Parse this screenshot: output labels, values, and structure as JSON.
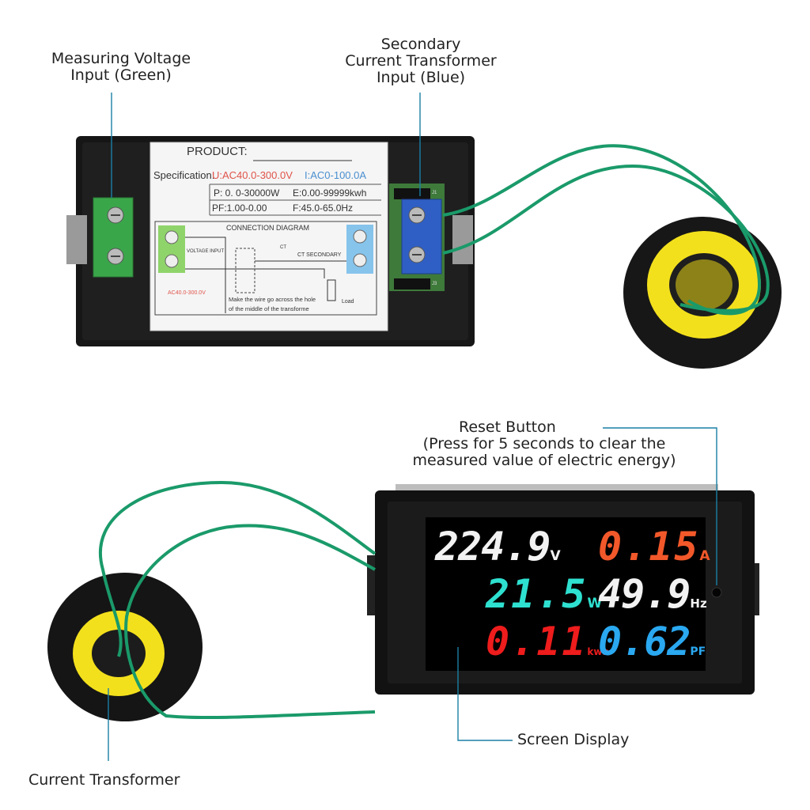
{
  "callouts": {
    "voltage_input": {
      "line1": "Measuring Voltage",
      "line2": "Input (Green)"
    },
    "ct_input": {
      "line1": "Secondary",
      "line2": "Current Transformer",
      "line3": "Input (Blue)"
    },
    "reset": {
      "line1": "Reset Button",
      "line2": "(Press for 5 seconds to clear the",
      "line3": "measured value of electric energy)"
    },
    "screen": "Screen Display",
    "transformer": "Current Transformer"
  },
  "label_card": {
    "product": "PRODUCT:",
    "spec_label": "Specification:",
    "voltage_range": "U:AC40.0-300.0V",
    "current_range": "I:AC0-100.0A",
    "power_range": "P: 0. 0-30000W",
    "energy_range": "E:0.00-99999kwh",
    "pf_range": "PF:1.00-0.00",
    "freq_range": "F:45.0-65.0Hz",
    "diagram_title": "CONNECTION DIAGRAM",
    "voltage_input_tag": "VOLTAGE INPUT",
    "ct_tag": "CT",
    "ct_secondary_tag": "CT SECONDARY",
    "ac_note": "AC40.0-300.0V",
    "wire_note_1": "Make the wire go across the hole",
    "wire_note_2": "of the middle of the transforme",
    "load_tag": "Load"
  },
  "display": {
    "voltage": {
      "value": "224.9",
      "unit": "V",
      "color": "#f2f2f2"
    },
    "current": {
      "value": "0.15",
      "unit": "A",
      "color": "#f2582a"
    },
    "power": {
      "value": "21.5",
      "unit": "W",
      "color": "#2ee0d0"
    },
    "frequency": {
      "value": "49.9",
      "unit": "Hz",
      "color": "#f2f2f2"
    },
    "energy": {
      "value": "0.11",
      "unit": "kwh",
      "color": "#ee1c1c"
    },
    "power_factor": {
      "value": "0.62",
      "unit": "PF",
      "color": "#2aa8f0"
    }
  },
  "colors": {
    "callout_line": "#1a7fa6",
    "wire": "#1a9a6a",
    "ct_core": "#f3e01c",
    "terminal_green": "#3aa64a",
    "terminal_blue": "#2f5fc4"
  },
  "terminal_pins": {
    "j1": "J1",
    "j3": "J3"
  }
}
